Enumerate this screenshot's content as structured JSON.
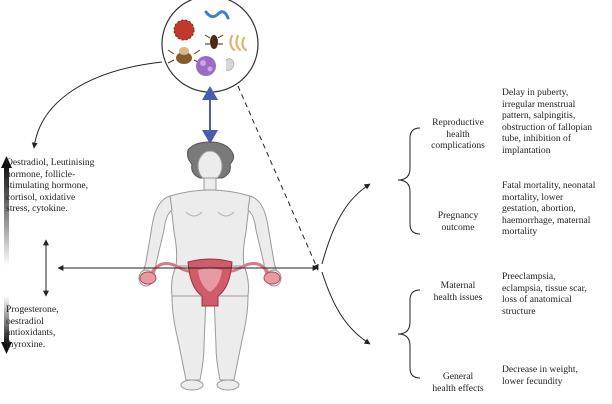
{
  "left_labels": {
    "increase": "Oestradiol, Leutinising\nhormone, follicle-\nstimulating hormone,\ncortisol, oxidative\nstress, cytokine.",
    "decrease": "Progesterone,\noestradiol\nantioxidants,\nthyroxine."
  },
  "categories": [
    {
      "label": "Reproductive\nhealth\ncomplications",
      "effects": "Delay in puberty,\nirregular menstrual\npattern, salpingitis,\nobstruction of fallopian\ntube, inhibition of\nimplantation"
    },
    {
      "label": "Pregnancy\noutcome",
      "effects": "Fatal mortality, neonatal\nmortality, lower\ngestation, abortion,\nhaemorrhage, maternal\nmortality"
    },
    {
      "label": "Maternal\nhealth issues",
      "effects": "Preeclampsia,\neclampsia, tissue scar,\nloss of anatomical\nstructure"
    },
    {
      "label": "General\nhealth effects",
      "effects": "Decrease in weight,\nlower fecundity"
    }
  ],
  "colors": {
    "body_fill": "#ececec",
    "body_stroke": "#9a9a9a",
    "reproductive_organ": "#cf5b6b",
    "connector_arrow": "#4a5bb0",
    "line": "#222222"
  },
  "icons": [
    "pathogen-bubble-icon",
    "human-body-icon",
    "uterus-icon"
  ]
}
